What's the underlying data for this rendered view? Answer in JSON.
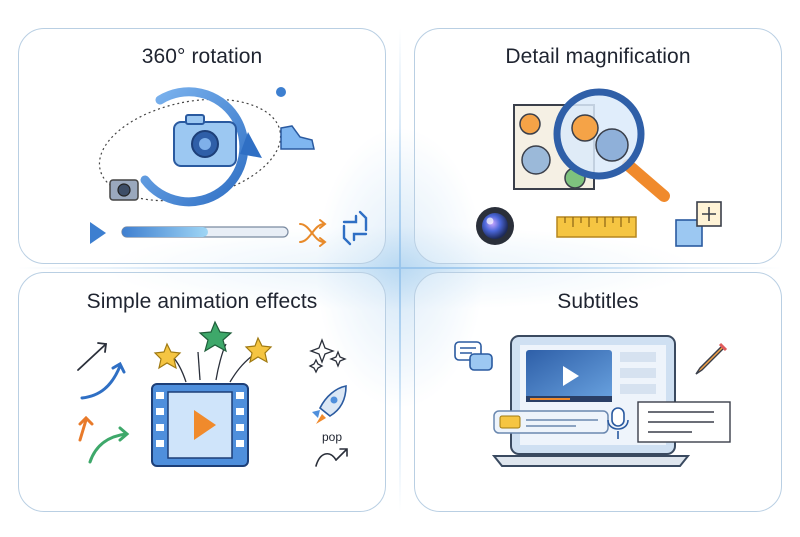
{
  "panels": [
    {
      "id": "rotation",
      "title": "360° rotation"
    },
    {
      "id": "magnification",
      "title": "Detail magnification"
    },
    {
      "id": "animation",
      "title": "Simple animation effects",
      "pop_label": "pop"
    },
    {
      "id": "subtitles",
      "title": "Subtitles"
    }
  ],
  "colors": {
    "panel_border": "#b9cfe3",
    "accent_blue": "#3d7fd0",
    "accent_orange": "#f08a2c",
    "accent_yellow": "#f5c542",
    "accent_green": "#3ea86a"
  },
  "icons": {
    "rotation": [
      "camera-icon",
      "rotate-arrow-icon",
      "sneaker-icon",
      "small-camera-icon",
      "play-icon",
      "shuffle-icon",
      "refresh-icon"
    ],
    "magnification": [
      "gear-map-icon",
      "magnifier-icon",
      "lens-icon",
      "ruler-icon",
      "zoom-add-icon"
    ],
    "animation": [
      "arrow-icon",
      "film-strip-icon",
      "star-icon",
      "sparkle-icon",
      "rocket-icon"
    ],
    "subtitles": [
      "chat-bubbles-icon",
      "laptop-icon",
      "video-player-icon",
      "microphone-icon",
      "pencil-icon"
    ]
  },
  "progress": {
    "fraction": 0.52
  }
}
